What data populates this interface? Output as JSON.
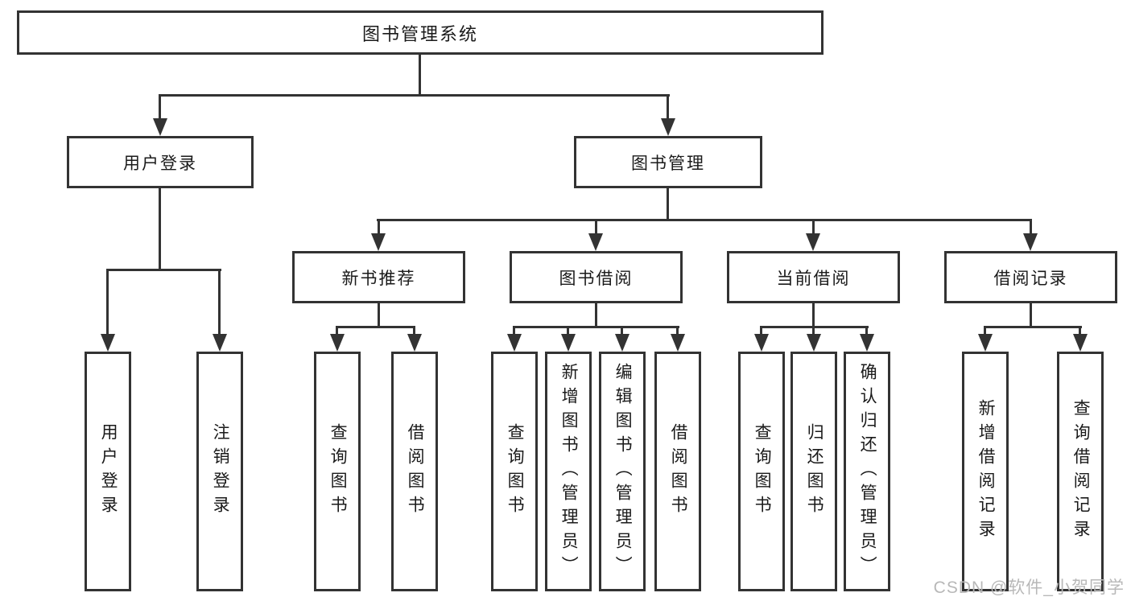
{
  "diagram": {
    "title_node": {
      "label": "图书管理系统"
    },
    "level2": [
      {
        "id": "user-login",
        "label": "用户登录"
      },
      {
        "id": "book-management",
        "label": "图书管理"
      }
    ],
    "level3": [
      {
        "id": "new-book-recommend",
        "label": "新书推荐",
        "parent": "图书管理"
      },
      {
        "id": "book-borrowing",
        "label": "图书借阅",
        "parent": "图书管理"
      },
      {
        "id": "current-borrowing",
        "label": "当前借阅",
        "parent": "图书管理"
      },
      {
        "id": "borrow-records",
        "label": "借阅记录",
        "parent": "图书管理"
      }
    ],
    "leaves": [
      {
        "label": "用户登录",
        "parent": "用户登录"
      },
      {
        "label": "注销登录",
        "parent": "用户登录"
      },
      {
        "label": "查询图书",
        "parent": "新书推荐"
      },
      {
        "label": "借阅图书",
        "parent": "新书推荐"
      },
      {
        "label": "查询图书",
        "parent": "图书借阅"
      },
      {
        "label": "新增图书（管理员）",
        "parent": "图书借阅"
      },
      {
        "label": "编辑图书（管理员）",
        "parent": "图书借阅"
      },
      {
        "label": "借阅图书",
        "parent": "图书借阅"
      },
      {
        "label": "查询图书",
        "parent": "当前借阅"
      },
      {
        "label": "归还图书",
        "parent": "当前借阅"
      },
      {
        "label": "确认归还（管理员）",
        "parent": "当前借阅"
      },
      {
        "label": "新增借阅记录",
        "parent": "借阅记录"
      },
      {
        "label": "查询借阅记录",
        "parent": "借阅记录"
      }
    ]
  },
  "watermark": {
    "text": "CSDN @软件_小贺同学"
  },
  "colors": {
    "line": "#333333",
    "text": "#1a1a1a",
    "watermark": "#b8b8b8",
    "background": "#ffffff"
  }
}
